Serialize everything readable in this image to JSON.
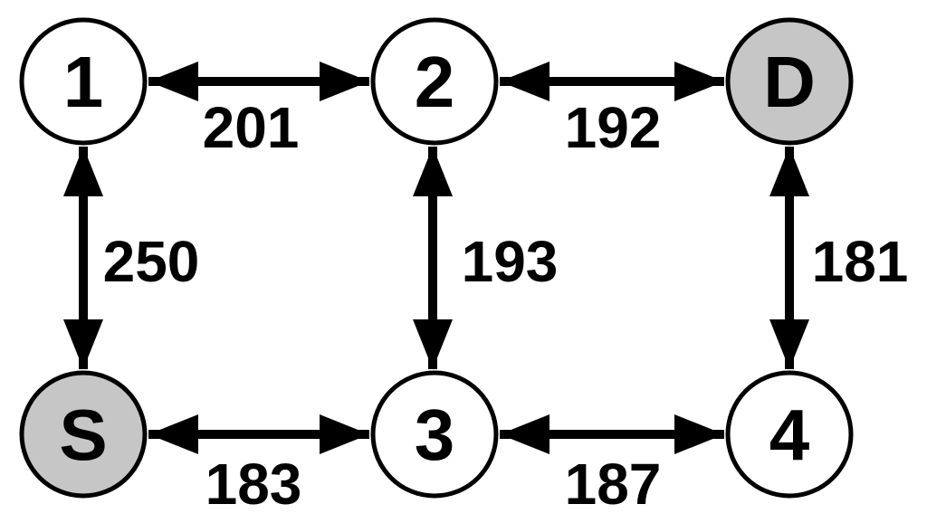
{
  "diagram": {
    "kind": "weighted-network-graph",
    "nodes": [
      {
        "id": "1",
        "label": "1",
        "fill": "#ffffff"
      },
      {
        "id": "2",
        "label": "2",
        "fill": "#ffffff"
      },
      {
        "id": "D",
        "label": "D",
        "fill": "#c6c6c6"
      },
      {
        "id": "S",
        "label": "S",
        "fill": "#c6c6c6"
      },
      {
        "id": "3",
        "label": "3",
        "fill": "#ffffff"
      },
      {
        "id": "4",
        "label": "4",
        "fill": "#ffffff"
      }
    ],
    "edges": [
      {
        "from": "1",
        "to": "2",
        "weight": "201",
        "direction": "bidirectional"
      },
      {
        "from": "2",
        "to": "D",
        "weight": "192",
        "direction": "bidirectional"
      },
      {
        "from": "1",
        "to": "S",
        "weight": "250",
        "direction": "bidirectional"
      },
      {
        "from": "2",
        "to": "3",
        "weight": "193",
        "direction": "bidirectional"
      },
      {
        "from": "D",
        "to": "4",
        "weight": "181",
        "direction": "bidirectional"
      },
      {
        "from": "S",
        "to": "3",
        "weight": "183",
        "direction": "bidirectional"
      },
      {
        "from": "3",
        "to": "4",
        "weight": "187",
        "direction": "bidirectional"
      }
    ],
    "colors": {
      "background": "#ffffff",
      "node_default_fill": "#ffffff",
      "node_terminal_fill": "#c6c6c6",
      "stroke": "#000000"
    }
  }
}
